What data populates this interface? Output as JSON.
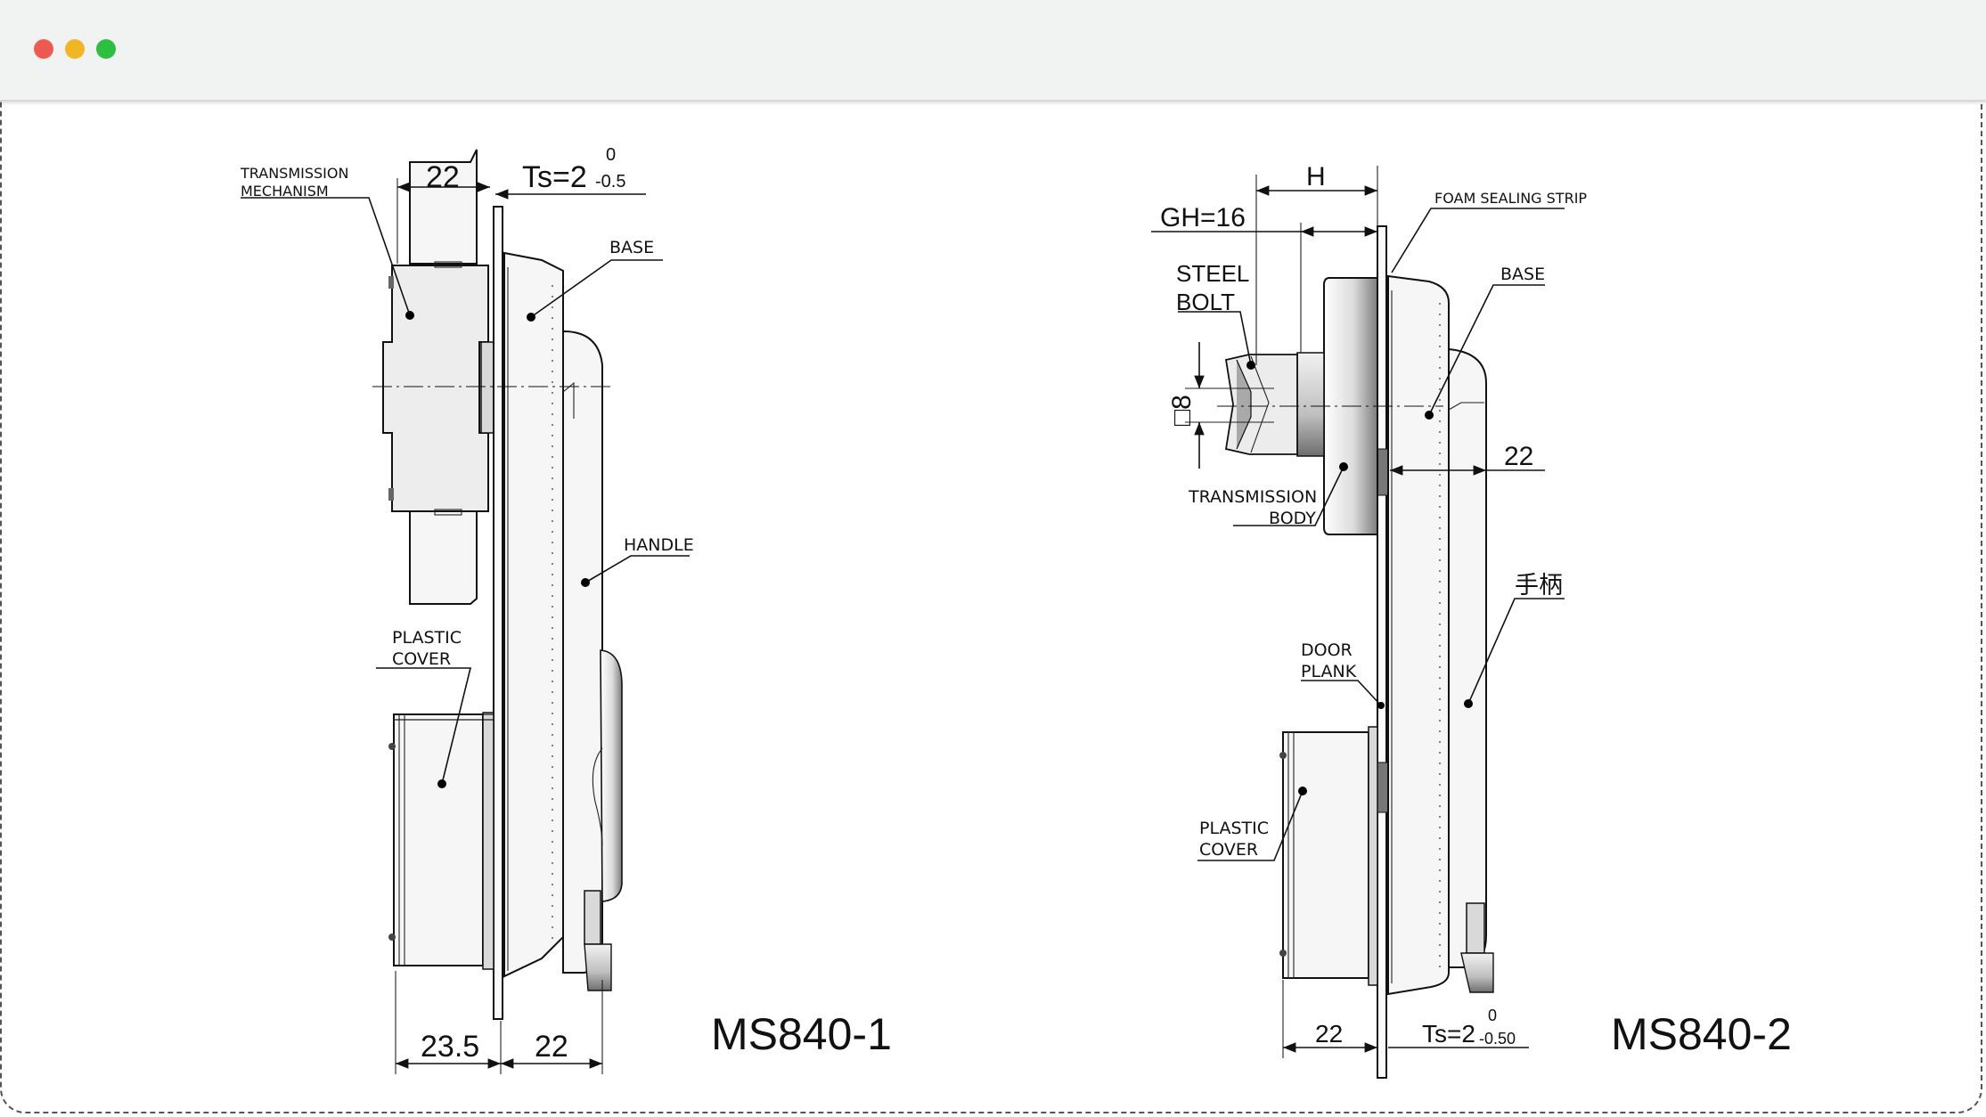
{
  "window": {
    "controls": [
      "close",
      "minimize",
      "zoom"
    ],
    "colors": {
      "close": "#ee5a52",
      "minimize": "#f2b526",
      "zoom": "#2cbf40"
    }
  },
  "left": {
    "model": "MS840-1",
    "labels": {
      "transmission_1": "TRANSMISSION",
      "transmission_2": "MECHANISM",
      "base": "BASE",
      "handle": "HANDLE",
      "plastic_1": "PLASTIC",
      "plastic_2": "COVER"
    },
    "dims": {
      "top_width": "22",
      "ts": "Ts=2",
      "tol_upper": "0",
      "tol_lower": "-0.5",
      "bottom_left": "23.5",
      "bottom_right": "22"
    }
  },
  "right": {
    "model": "MS840-2",
    "labels": {
      "foam": "FOAM SEALING STRIP",
      "base": "BASE",
      "steel_1": "STEEL",
      "steel_2": "BOLT",
      "transmission_1": "TRANSMISSION",
      "transmission_2": "BODY",
      "handle_cn": "手柄",
      "door_1": "DOOR",
      "door_2": "PLANK",
      "plastic_1": "PLASTIC",
      "plastic_2": "COVER"
    },
    "dims": {
      "h": "H",
      "gh": "GH=16",
      "square": "□8",
      "handle_width": "22",
      "bottom_left": "22",
      "ts": "Ts=2",
      "tol_upper": "0",
      "tol_lower": "-0.50"
    }
  }
}
